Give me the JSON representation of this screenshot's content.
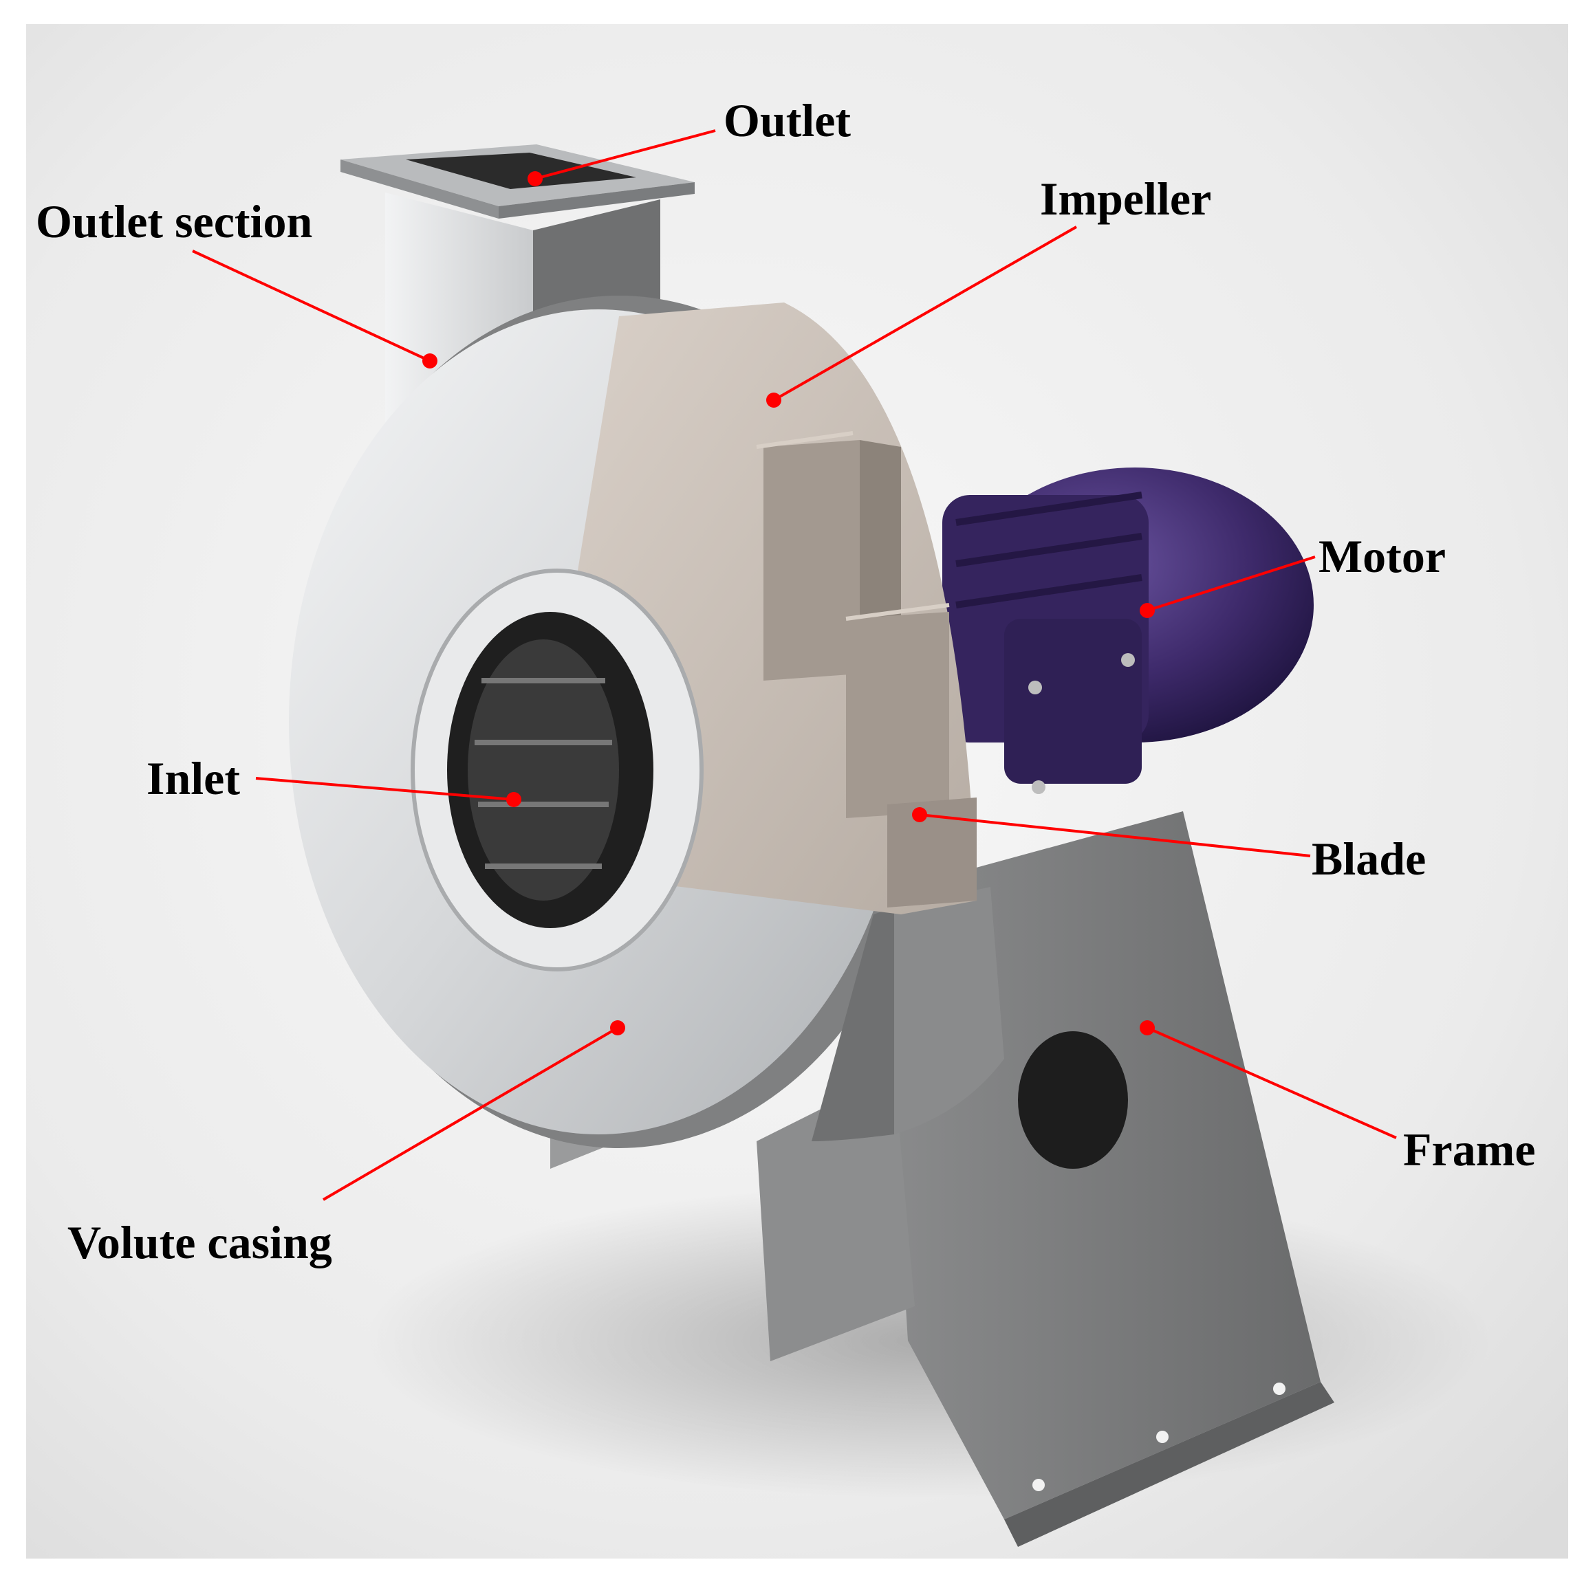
{
  "colors": {
    "leader_line": "#ff0000",
    "leader_dot": "#ff0000",
    "casing_steel": "#d9dadb",
    "frame_gray": "#7b7c7d",
    "impeller_beige": "#c9bfb6",
    "motor_purple": "#3e2a6b"
  },
  "labels": {
    "outlet": "Outlet",
    "outlet_section": "Outlet section",
    "impeller": "Impeller",
    "motor": "Motor",
    "inlet": "Inlet",
    "blade": "Blade",
    "frame": "Frame",
    "volute_casing": "Volute casing"
  }
}
